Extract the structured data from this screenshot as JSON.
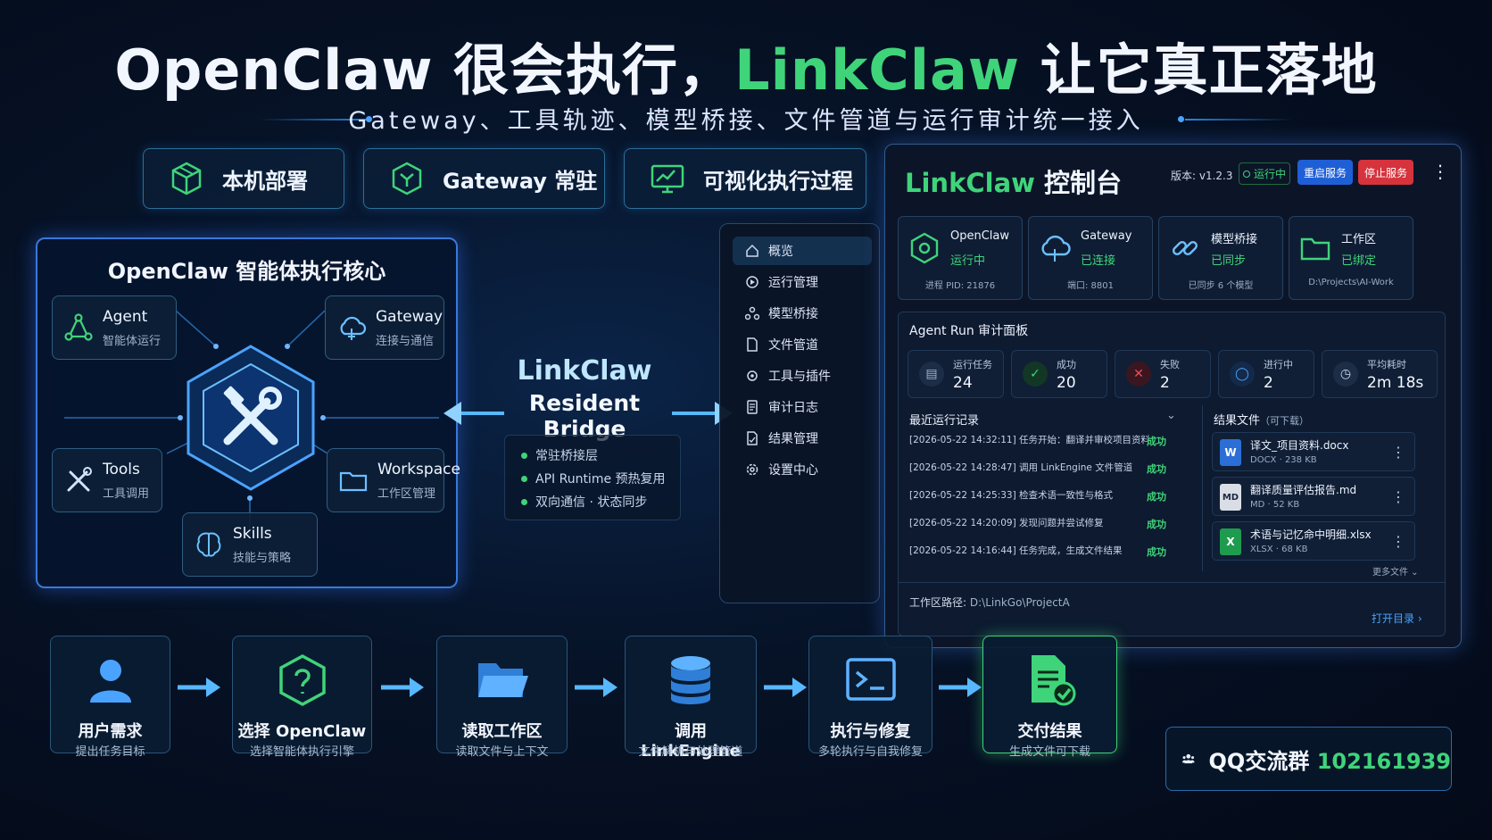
{
  "header": {
    "title_part1": "OpenClaw 很会执行，",
    "title_part2": "LinkClaw",
    "title_part3": " 让它真正落地",
    "subtitle": "Gateway、工具轨迹、模型桥接、文件管道与运行审计统一接入"
  },
  "pills": [
    {
      "label": "本机部署",
      "icon": "cube-icon"
    },
    {
      "label": "Gateway 常驻",
      "icon": "gateway-hex-icon"
    },
    {
      "label": "可视化执行过程",
      "icon": "monitor-chart-icon"
    }
  ],
  "core": {
    "title": "OpenClaw 智能体执行核心",
    "nodes": [
      {
        "title": "Agent",
        "sub": "智能体运行"
      },
      {
        "title": "Gateway",
        "sub": "连接与通信"
      },
      {
        "title": "Tools",
        "sub": "工具调用"
      },
      {
        "title": "Workspace",
        "sub": "工作区管理"
      },
      {
        "title": "Skills",
        "sub": "技能与策略"
      }
    ]
  },
  "bridge": {
    "line1": "LinkClaw",
    "line2": "Resident Bridge",
    "bullets": [
      "常驻桥接层",
      "API Runtime 预热复用",
      "双向通信 · 状态同步"
    ]
  },
  "nav": [
    {
      "label": "概览",
      "icon": "home-icon"
    },
    {
      "label": "运行管理",
      "icon": "run-icon"
    },
    {
      "label": "模型桥接",
      "icon": "model-icon"
    },
    {
      "label": "文件管道",
      "icon": "file-icon"
    },
    {
      "label": "工具与插件",
      "icon": "plugin-icon"
    },
    {
      "label": "审计日志",
      "icon": "audit-icon"
    },
    {
      "label": "结果管理",
      "icon": "result-icon"
    },
    {
      "label": "设置中心",
      "icon": "settings-icon"
    }
  ],
  "console": {
    "title_green": "LinkClaw",
    "title_white": " 控制台",
    "version": "版本: v1.2.3",
    "running": "运行中",
    "restart": "重启服务",
    "stop": "停止服务",
    "more": "⋮",
    "colors": {
      "accent": "#3fd47a",
      "blue_btn": "#1f5fd6",
      "red_btn": "#d6333c"
    },
    "stats": [
      {
        "name": "OpenClaw",
        "status": "运行中",
        "detail": "进程 PID: 21876"
      },
      {
        "name": "Gateway",
        "status": "已连接",
        "detail": "端口: 8801"
      },
      {
        "name": "模型桥接",
        "status": "已同步",
        "detail": "已同步 6 个模型"
      },
      {
        "name": "工作区",
        "status": "已绑定",
        "detail": "D:\\Projects\\AI-Work"
      }
    ],
    "audit": {
      "title": "Agent Run 审计面板",
      "kpis": [
        {
          "label": "运行任务",
          "value": "24"
        },
        {
          "label": "成功",
          "value": "20"
        },
        {
          "label": "失败",
          "value": "2"
        },
        {
          "label": "进行中",
          "value": "2"
        },
        {
          "label": "平均耗时",
          "value": "2m 18s"
        }
      ],
      "records_title": "最近运行记录",
      "records": [
        {
          "text": "[2026-05-22 14:32:11]  任务开始：翻译并审校项目资料",
          "status": "成功"
        },
        {
          "text": "[2026-05-22 14:28:47]  调用 LinkEngine 文件管道",
          "status": "成功"
        },
        {
          "text": "[2026-05-22 14:25:33]  检查术语一致性与格式",
          "status": "成功"
        },
        {
          "text": "[2026-05-22 14:20:09]  发现问题并尝试修复",
          "status": "成功"
        },
        {
          "text": "[2026-05-22 14:16:44]  任务完成，生成文件结果",
          "status": "成功"
        }
      ],
      "files_title": "结果文件",
      "files_sub": "（可下载）",
      "files": [
        {
          "badge": "W",
          "name": "译文_项目资料.docx",
          "meta": "DOCX · 238 KB",
          "color": "#2b6fd6"
        },
        {
          "badge": "MD",
          "name": "翻译质量评估报告.md",
          "meta": "MD · 52 KB",
          "color": "#d9dde5"
        },
        {
          "badge": "X",
          "name": "术语与记忆命中明细.xlsx",
          "meta": "XLSX · 68 KB",
          "color": "#1f9b4f"
        }
      ],
      "more_files": "更多文件",
      "workspace_label": "工作区路径:",
      "workspace_path": "D:\\LinkGo\\ProjectA",
      "open_dir": "打开目录"
    }
  },
  "steps": [
    {
      "title": "用户需求",
      "sub": "提出任务目标"
    },
    {
      "title": "选择 OpenClaw",
      "sub": "选择智能体执行引擎"
    },
    {
      "title": "读取工作区",
      "sub": "读取文件与上下文"
    },
    {
      "title": "调用 LinkEngine",
      "sub": "文件解析与处理管道"
    },
    {
      "title": "执行与修复",
      "sub": "多轮执行与自我修复"
    },
    {
      "title": "交付结果",
      "sub": "生成文件可下载"
    }
  ],
  "qq": {
    "label": "QQ交流群",
    "number": "102161939"
  }
}
